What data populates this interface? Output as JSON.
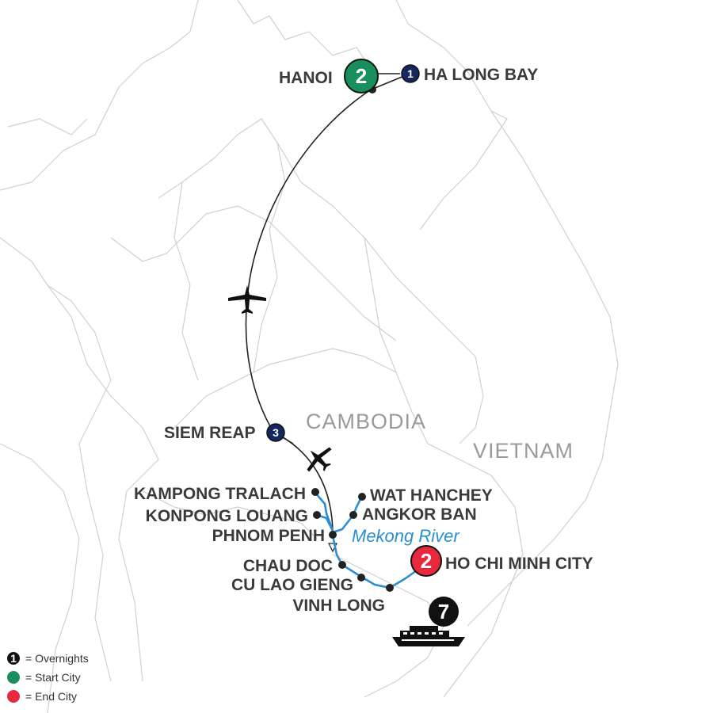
{
  "map": {
    "countries": [
      {
        "id": "cambodia",
        "label": "CAMBODIA"
      },
      {
        "id": "vietnam",
        "label": "VIETNAM"
      }
    ],
    "river_label": "Mekong River",
    "cities": [
      {
        "id": "hanoi",
        "label": "HANOI",
        "overnights": "2",
        "type": "start"
      },
      {
        "id": "ha-long-bay",
        "label": "HA LONG BAY",
        "overnights": "1",
        "type": "overnight"
      },
      {
        "id": "siem-reap",
        "label": "SIEM REAP",
        "overnights": "3",
        "type": "overnight"
      },
      {
        "id": "kampong-tralach",
        "label": "KAMPONG TRALACH",
        "type": "stop"
      },
      {
        "id": "konpong-louang",
        "label": "KONPONG LOUANG",
        "type": "stop"
      },
      {
        "id": "phnom-penh",
        "label": "PHNOM PENH",
        "type": "stop"
      },
      {
        "id": "wat-hanchey",
        "label": "WAT HANCHEY",
        "type": "stop"
      },
      {
        "id": "angkor-ban",
        "label": "ANGKOR BAN",
        "type": "stop"
      },
      {
        "id": "chau-doc",
        "label": "CHAU DOC",
        "type": "stop"
      },
      {
        "id": "cu-lao-gieng",
        "label": "CU LAO GIENG",
        "type": "stop"
      },
      {
        "id": "vinh-long",
        "label": "VINH LONG",
        "type": "stop"
      },
      {
        "id": "ho-chi-minh-city",
        "label": "HO CHI MINH CITY",
        "overnights": "2",
        "type": "end"
      }
    ],
    "cruise": {
      "overnights": "7",
      "icon": "ship-icon"
    },
    "transport_icons": [
      "plane-icon",
      "plane-icon"
    ],
    "colors": {
      "start": "#1a8f5e",
      "end": "#e8283c",
      "overnight": "#14275e",
      "river_route": "#2a8fd0",
      "route_line": "#222222",
      "border": "#d0d0d0"
    }
  },
  "legend": {
    "items": [
      {
        "symbol": "1",
        "label": "= Overnights",
        "color": "#111111"
      },
      {
        "symbol": "",
        "label": "= Start City",
        "color": "#1a8f5e"
      },
      {
        "symbol": "",
        "label": "= End City",
        "color": "#e8283c"
      }
    ]
  }
}
